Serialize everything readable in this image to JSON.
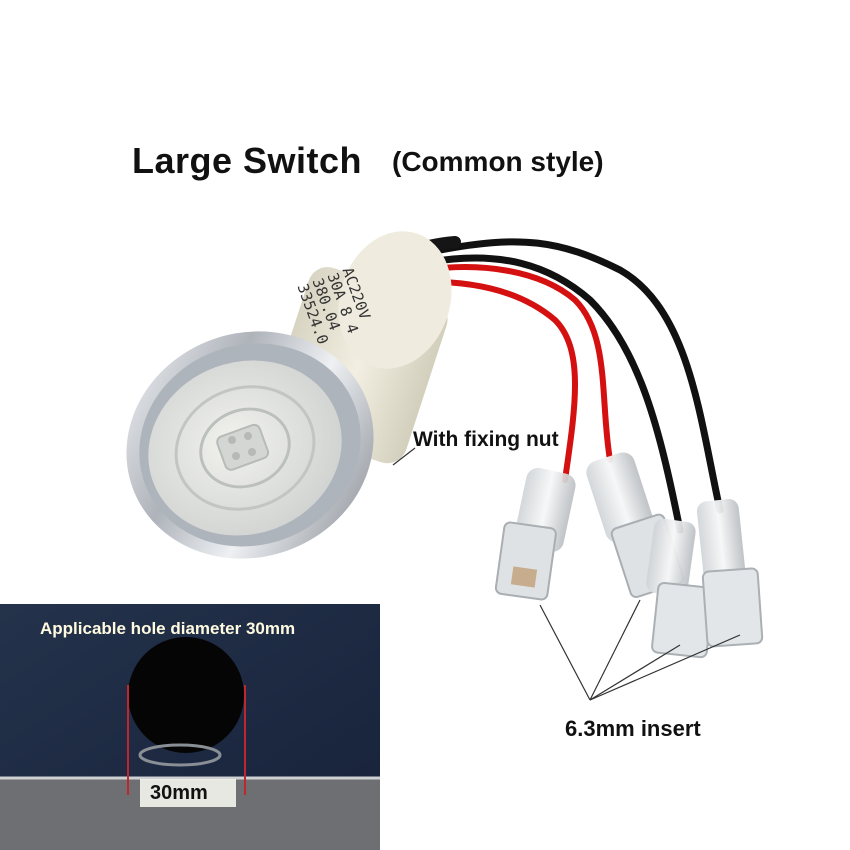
{
  "title": {
    "main": "Large Switch",
    "sub": "(Common style)"
  },
  "switch_print": {
    "line1": "AC220V",
    "line2": "30A 8 4",
    "line3": "380.04",
    "line4": "33524.0"
  },
  "labels": {
    "fixing_nut": "With fixing nut",
    "insert": "6.3mm insert",
    "hole": "Applicable hole diameter 30mm",
    "dimension": "30mm"
  },
  "colors": {
    "panel": "#1e2a3f",
    "wire_red": "#d41010",
    "wire_black": "#111111",
    "chrome": "#c9ccd1",
    "housing": "#e9e6d6"
  }
}
